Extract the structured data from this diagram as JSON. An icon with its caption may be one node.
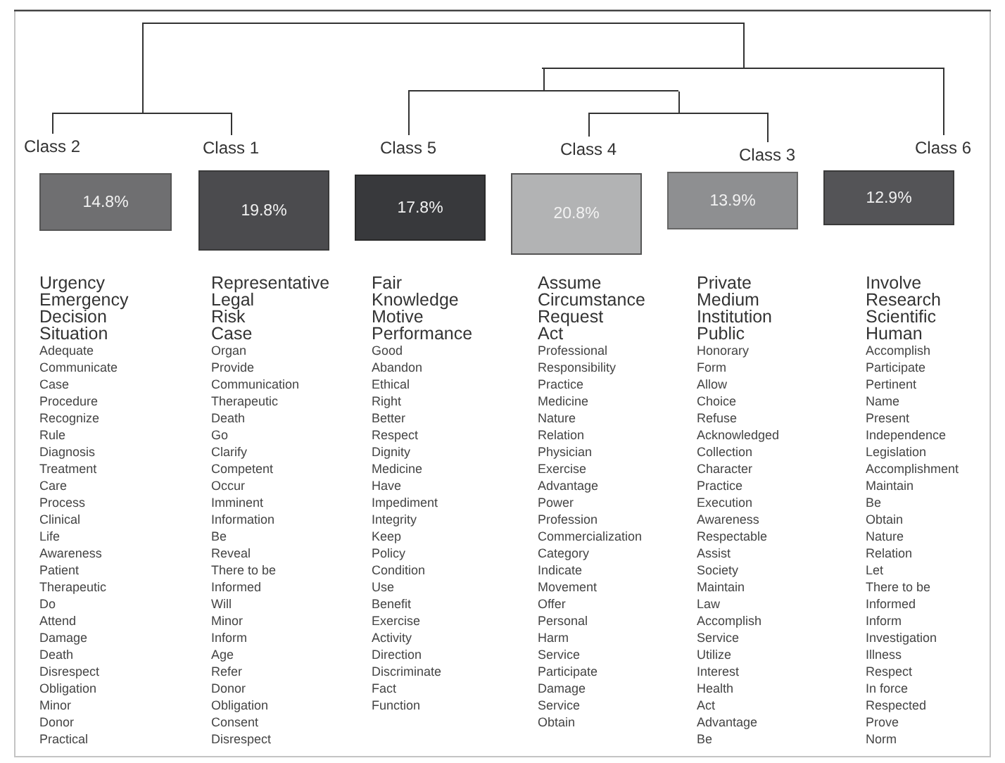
{
  "diagram": {
    "nodes": [
      {
        "text": [],
        "shape": "bar"
      },
      {
        "text": [],
        "shape": "bar"
      },
      {
        "text": [],
        "shape": "bar"
      },
      {
        "text": [],
        "shape": "bar"
      },
      {
        "text": [],
        "shape": "bar"
      },
      {
        "text": [
          "Class 2",
          "14.8%"
        ],
        "beside": [
          "Urgency",
          "Emergency",
          "Decision",
          "Situation",
          "Adequate",
          "Communicate",
          "Case",
          "Procedure",
          "Recognize",
          "Rule",
          "Diagnosis",
          "Treatment",
          "Care",
          "Process",
          "Clinical",
          "Life",
          "Awareness",
          "Patient",
          "Therapeutic",
          "Do",
          "Attend",
          "Damage",
          "Death",
          "Disrespect",
          "Obligation",
          "Minor",
          "Donor",
          "Practical"
        ]
      },
      {
        "text": [
          "Class 1",
          "19.8%"
        ],
        "beside": [
          "Representative",
          "Legal",
          "Risk",
          "Case",
          "Organ",
          "Provide",
          "Communication",
          "Therapeutic",
          "Death",
          "Go",
          "Clarify",
          "Competent",
          "Occur",
          "Imminent",
          "Information",
          "Be",
          "Reveal",
          "There to be",
          "Informed",
          "Will",
          "Minor",
          "Inform",
          "Age",
          "Refer",
          "Donor",
          "Obligation",
          "Consent",
          "Disrespect"
        ]
      },
      {
        "text": [
          "Class 5",
          "17.8%"
        ],
        "beside": [
          "Fair",
          "Knowledge",
          "Motive",
          "Performance",
          "Good",
          "Abandon",
          "Ethical",
          "Right",
          "Better",
          "Respect",
          "Dignity",
          "Medicine",
          "Have",
          "Impediment",
          "Integrity",
          "Keep",
          "Policy",
          "Condition",
          "Use",
          "Benefit",
          "Exercise",
          "Activity",
          "Direction",
          "Discriminate",
          "Fact",
          "Function"
        ]
      },
      {
        "text": [
          "Class 4",
          "20.8%"
        ],
        "beside": [
          "Assume",
          "Circumstance",
          "Request",
          "Act",
          "Professional",
          "Responsibility",
          "Practice",
          "Medicine",
          "Nature",
          "Relation",
          "Physician",
          "Exercise",
          "Advantage",
          "Power",
          "Profession",
          "Commercialization",
          "Category",
          "Indicate",
          "Movement",
          "Offer",
          "Personal",
          "Harm",
          "Service",
          "Participate",
          "Damage",
          "Service",
          "Obtain"
        ]
      },
      {
        "text": [
          "Class 3",
          "13.9%"
        ],
        "beside": [
          "Private",
          "Medium",
          "Institution",
          "Public",
          "Honorary",
          "Form",
          "Allow",
          "Choice",
          "Refuse",
          "Acknowledged",
          "Collection",
          "Character",
          "Practice",
          "Execution",
          "Awareness",
          "Respectable",
          "Assist",
          "Society",
          "Maintain",
          "Law",
          "Accomplish",
          "Service",
          "Utilize",
          "Interest",
          "Health",
          "Act",
          "Advantage",
          "Be"
        ]
      },
      {
        "text": [
          "Class 6",
          "12.9%"
        ],
        "beside": [
          "Involve",
          "Research",
          "Scientific",
          "Human",
          "Accomplish",
          "Participate",
          "Pertinent",
          "Name",
          "Present",
          "Independence",
          "Legislation",
          "Accomplishment",
          "Maintain",
          "Be",
          "Obtain",
          "Nature",
          "Relation",
          "Let",
          "There to be",
          "Informed",
          "Inform",
          "Investigation",
          "Illness",
          "Respect",
          "In force",
          "Respected",
          "Prove",
          "Norm"
        ]
      }
    ],
    "edges": [
      {
        "from": 0,
        "to": 3,
        "arrow": "none"
      },
      {
        "from": 0,
        "to": 1,
        "arrow": "none"
      },
      {
        "from": 3,
        "to": 5,
        "arrow": "none"
      },
      {
        "from": 3,
        "to": 6,
        "arrow": "none"
      },
      {
        "from": 1,
        "to": 2,
        "arrow": "none"
      },
      {
        "from": 1,
        "to": 10,
        "arrow": "none"
      },
      {
        "from": 2,
        "to": 7,
        "arrow": "none"
      },
      {
        "from": 2,
        "to": 4,
        "arrow": "none"
      },
      {
        "from": 4,
        "to": 8,
        "arrow": "none"
      },
      {
        "from": 4,
        "to": 9,
        "arrow": "none"
      }
    ]
  }
}
